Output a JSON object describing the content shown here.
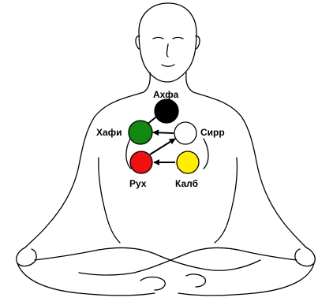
{
  "diagram": {
    "nodes": [
      {
        "id": "akhfa",
        "label": "Ахфа",
        "color": "#000000"
      },
      {
        "id": "khafi",
        "label": "Хафи",
        "color": "#118811"
      },
      {
        "id": "sirr",
        "label": "Сирр",
        "color": "#ffffff"
      },
      {
        "id": "rukh",
        "label": "Рух",
        "color": "#ee1111"
      },
      {
        "id": "kalb",
        "label": "Калб",
        "color": "#ffee00"
      }
    ],
    "edges": [
      {
        "from": "kalb",
        "to": "rukh"
      },
      {
        "from": "rukh",
        "to": "sirr"
      },
      {
        "from": "sirr",
        "to": "khafi"
      },
      {
        "from": "khafi",
        "to": "akhfa"
      }
    ],
    "figure": "meditating-figure-outline"
  }
}
